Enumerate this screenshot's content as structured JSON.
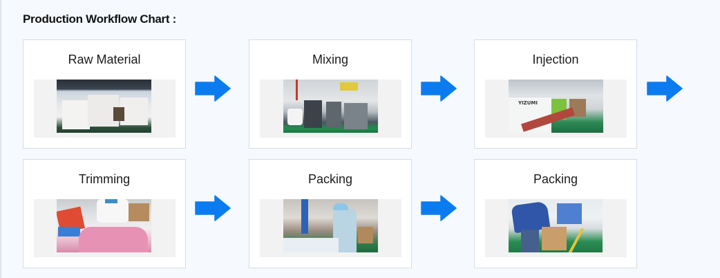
{
  "section": {
    "title": "Production Workflow Chart :"
  },
  "colors": {
    "arrow": "#0a7cf0",
    "card_border": "#d6dbe2",
    "page_bg": "#f6fafe"
  },
  "workflow": {
    "row1": [
      {
        "label": "Raw Material",
        "image": "raw-material-warehouse-photo"
      },
      {
        "label": "Mixing",
        "image": "mixing-machines-photo"
      },
      {
        "label": "Injection",
        "image": "injection-molding-machine-photo"
      }
    ],
    "row2": [
      {
        "label": "Trimming",
        "image": "trimming-workers-photo"
      },
      {
        "label": "Packing",
        "image": "packing-workers-photo"
      },
      {
        "label": "Packing",
        "image": "packing-boxes-photo"
      }
    ],
    "arrows": [
      {
        "icon": "arrow-right-icon"
      },
      {
        "icon": "arrow-right-icon"
      },
      {
        "icon": "arrow-right-icon"
      },
      {
        "icon": "arrow-right-icon"
      },
      {
        "icon": "arrow-right-icon"
      }
    ]
  }
}
